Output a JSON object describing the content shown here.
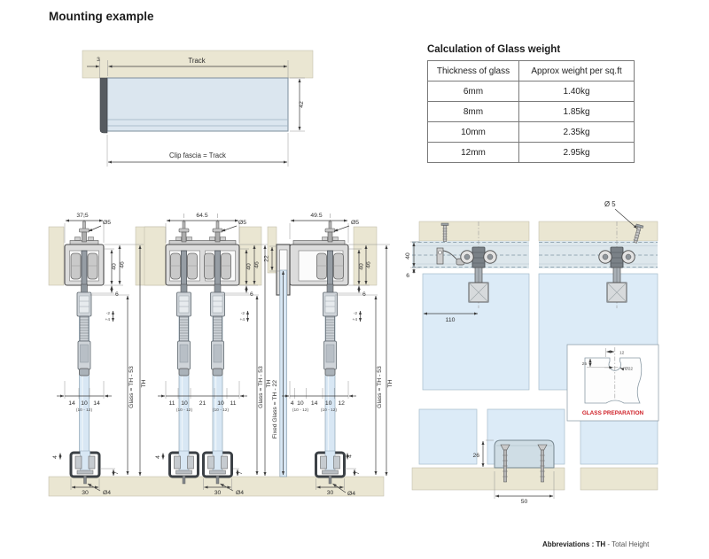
{
  "title": "Mounting example",
  "track_detail": {
    "d3": "3",
    "track": "Track",
    "d42": "42",
    "clip": "Clip fascia = Track"
  },
  "weight_table": {
    "title": "Calculation of Glass weight",
    "col_thickness": "Thickness of glass",
    "col_weight": "Approx weight per sq.ft",
    "rows": [
      {
        "t": "6mm",
        "w": "1.40kg"
      },
      {
        "t": "8mm",
        "w": "1.85kg"
      },
      {
        "t": "10mm",
        "w": "2.35kg"
      },
      {
        "t": "12mm",
        "w": "2.95kg"
      }
    ]
  },
  "dims": {
    "dia5": "Ø5",
    "d40": "40",
    "d46": "46",
    "d6": "6",
    "tol_minus": "-2",
    "tol_plus": "+4",
    "glass_th": "Glass = TH - 53",
    "th": "TH",
    "range": "(10 - 12)",
    "d30": "30",
    "dia4": "Ø4",
    "d4": "4",
    "d7": "7",
    "d22": "22",
    "fixed_th": "Fixed Glass = TH - 22"
  },
  "sections": {
    "single": {
      "width": "37.5",
      "bottom": [
        "14",
        "10",
        "14"
      ]
    },
    "double": {
      "width": "64.5",
      "bottom": [
        "11",
        "10",
        "21",
        "10",
        "11"
      ]
    },
    "fixed": {
      "width": "49.5",
      "bottom": [
        "4",
        "10",
        "14",
        "10",
        "12"
      ]
    }
  },
  "elevation": {
    "dia5": "Ø 5",
    "d40": "40",
    "d6": "6",
    "d110": "110",
    "d26": "26",
    "d50": "50"
  },
  "glass_prep": {
    "d12": "12",
    "d25": "25",
    "dia22": "Ø22",
    "caption": "GLASS PREPARATION"
  },
  "footer": {
    "label": "Abbreviations : TH",
    "value": " - Total Height"
  }
}
